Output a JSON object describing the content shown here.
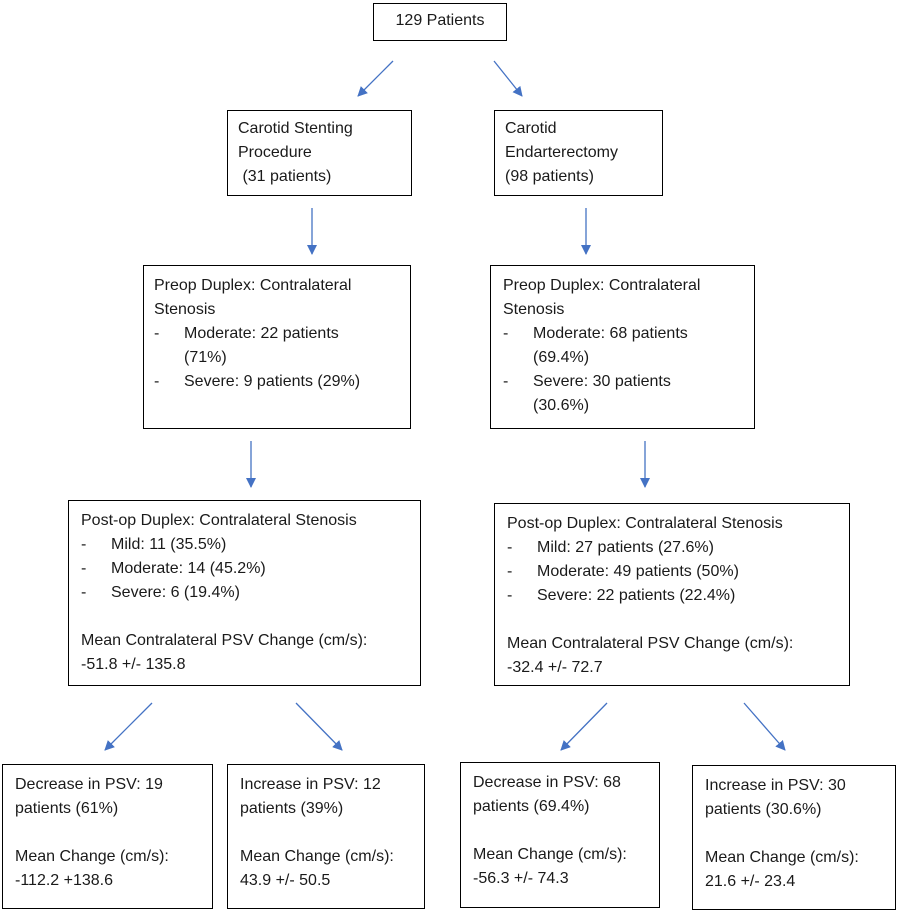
{
  "root": {
    "text": "129 Patients"
  },
  "left": {
    "procedure": {
      "lines": [
        "Carotid Stenting",
        "Procedure",
        " (31 patients)"
      ]
    },
    "preop": {
      "title": [
        "Preop Duplex: Contralateral",
        "Stenosis"
      ],
      "items": [
        {
          "dash": "-",
          "lines": [
            "Moderate: 22 patients",
            "(71%)"
          ]
        },
        {
          "dash": "-",
          "lines": [
            "Severe: 9 patients (29%)"
          ]
        }
      ]
    },
    "postop": {
      "title": "Post-op Duplex: Contralateral Stenosis",
      "items": [
        {
          "dash": "-",
          "text": "Mild: 11 (35.5%)"
        },
        {
          "dash": "-",
          "text": "Moderate: 14 (45.2%)"
        },
        {
          "dash": "-",
          "text": "Severe: 6 (19.4%)"
        }
      ],
      "mean_label": "Mean Contralateral PSV Change (cm/s):",
      "mean_value": "-51.8 +/- 135.8"
    },
    "decrease": {
      "lines": [
        "Decrease in PSV: 19",
        "patients (61%)"
      ],
      "mean_label": "Mean Change (cm/s):",
      "mean_value": "-112.2 +138.6"
    },
    "increase": {
      "lines": [
        "Increase in PSV: 12",
        "patients (39%)"
      ],
      "mean_label": "Mean Change (cm/s):",
      "mean_value": "43.9 +/- 50.5"
    }
  },
  "right": {
    "procedure": {
      "lines": [
        "Carotid",
        "Endarterectomy",
        "(98 patients)"
      ]
    },
    "preop": {
      "title": [
        "Preop Duplex: Contralateral",
        "Stenosis"
      ],
      "items": [
        {
          "dash": "-",
          "lines": [
            "Moderate: 68 patients",
            "(69.4%)"
          ]
        },
        {
          "dash": "-",
          "lines": [
            "Severe: 30 patients",
            "(30.6%)"
          ]
        }
      ]
    },
    "postop": {
      "title": "Post-op Duplex: Contralateral Stenosis",
      "items": [
        {
          "dash": "-",
          "text": "Mild: 27 patients (27.6%)"
        },
        {
          "dash": "-",
          "text": "Moderate: 49 patients (50%)"
        },
        {
          "dash": "-",
          "text": "Severe: 22 patients (22.4%)"
        }
      ],
      "mean_label": "Mean Contralateral PSV Change (cm/s):",
      "mean_value": "-32.4 +/- 72.7"
    },
    "decrease": {
      "lines": [
        "Decrease in PSV: 68",
        "patients (69.4%)"
      ],
      "mean_label": "Mean Change (cm/s):",
      "mean_value": "-56.3 +/- 74.3"
    },
    "increase": {
      "lines": [
        "Increase in PSV: 30",
        "patients (30.6%)"
      ],
      "mean_label": "Mean Change (cm/s):",
      "mean_value": "21.6 +/- 23.4"
    }
  },
  "colors": {
    "arrow": "#4472C4",
    "border": "#000000",
    "text": "#1a1a1a"
  }
}
